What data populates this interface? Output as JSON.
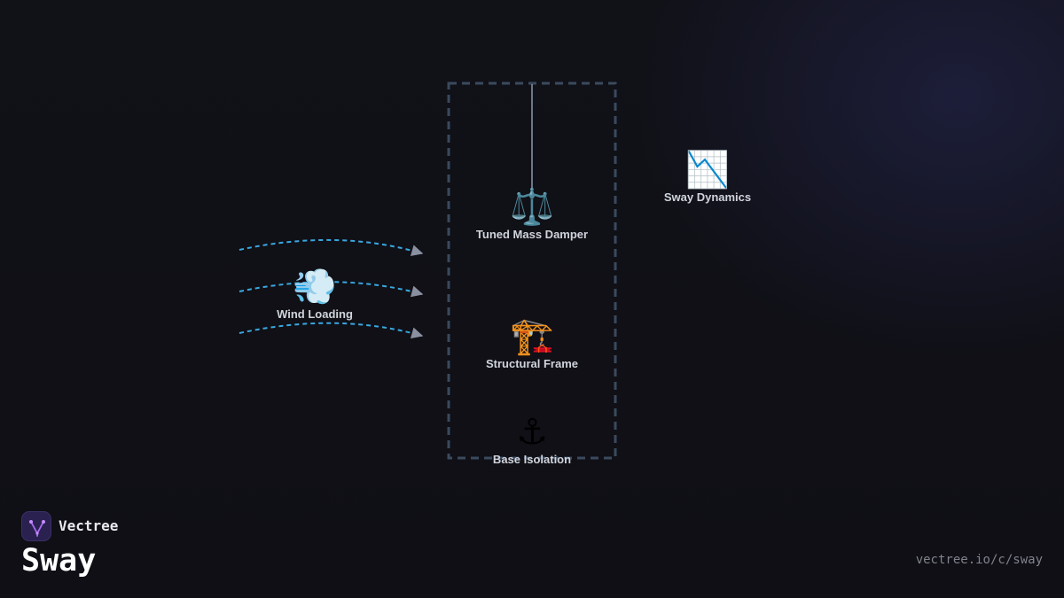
{
  "brand": {
    "name": "Vectree",
    "logo_icon": "vectree-tree-icon",
    "accent_color": "#a86cf0"
  },
  "page": {
    "title": "Sway",
    "url": "vectree.io/c/sway"
  },
  "diagram": {
    "nodes": {
      "wind_loading": {
        "label": "Wind Loading",
        "icon": "💨",
        "icon_name": "wind-icon"
      },
      "tuned_mass_damper": {
        "label": "Tuned Mass Damper",
        "icon": "⚖️",
        "icon_name": "balance-scale-icon"
      },
      "structural_frame": {
        "label": "Structural Frame",
        "icon": "🏗️",
        "icon_name": "construction-crane-icon"
      },
      "base_isolation": {
        "label": "Base Isolation",
        "icon": "⚓",
        "icon_name": "anchor-icon"
      },
      "sway_dynamics": {
        "label": "Sway Dynamics",
        "icon": "📉",
        "icon_name": "chart-decreasing-icon"
      }
    },
    "colors": {
      "wind_stream": "#3aa8e0",
      "arrowhead": "#8a90a0",
      "building_outline": "#3a4a5e",
      "damper_cable": "#8a9aaa"
    }
  }
}
